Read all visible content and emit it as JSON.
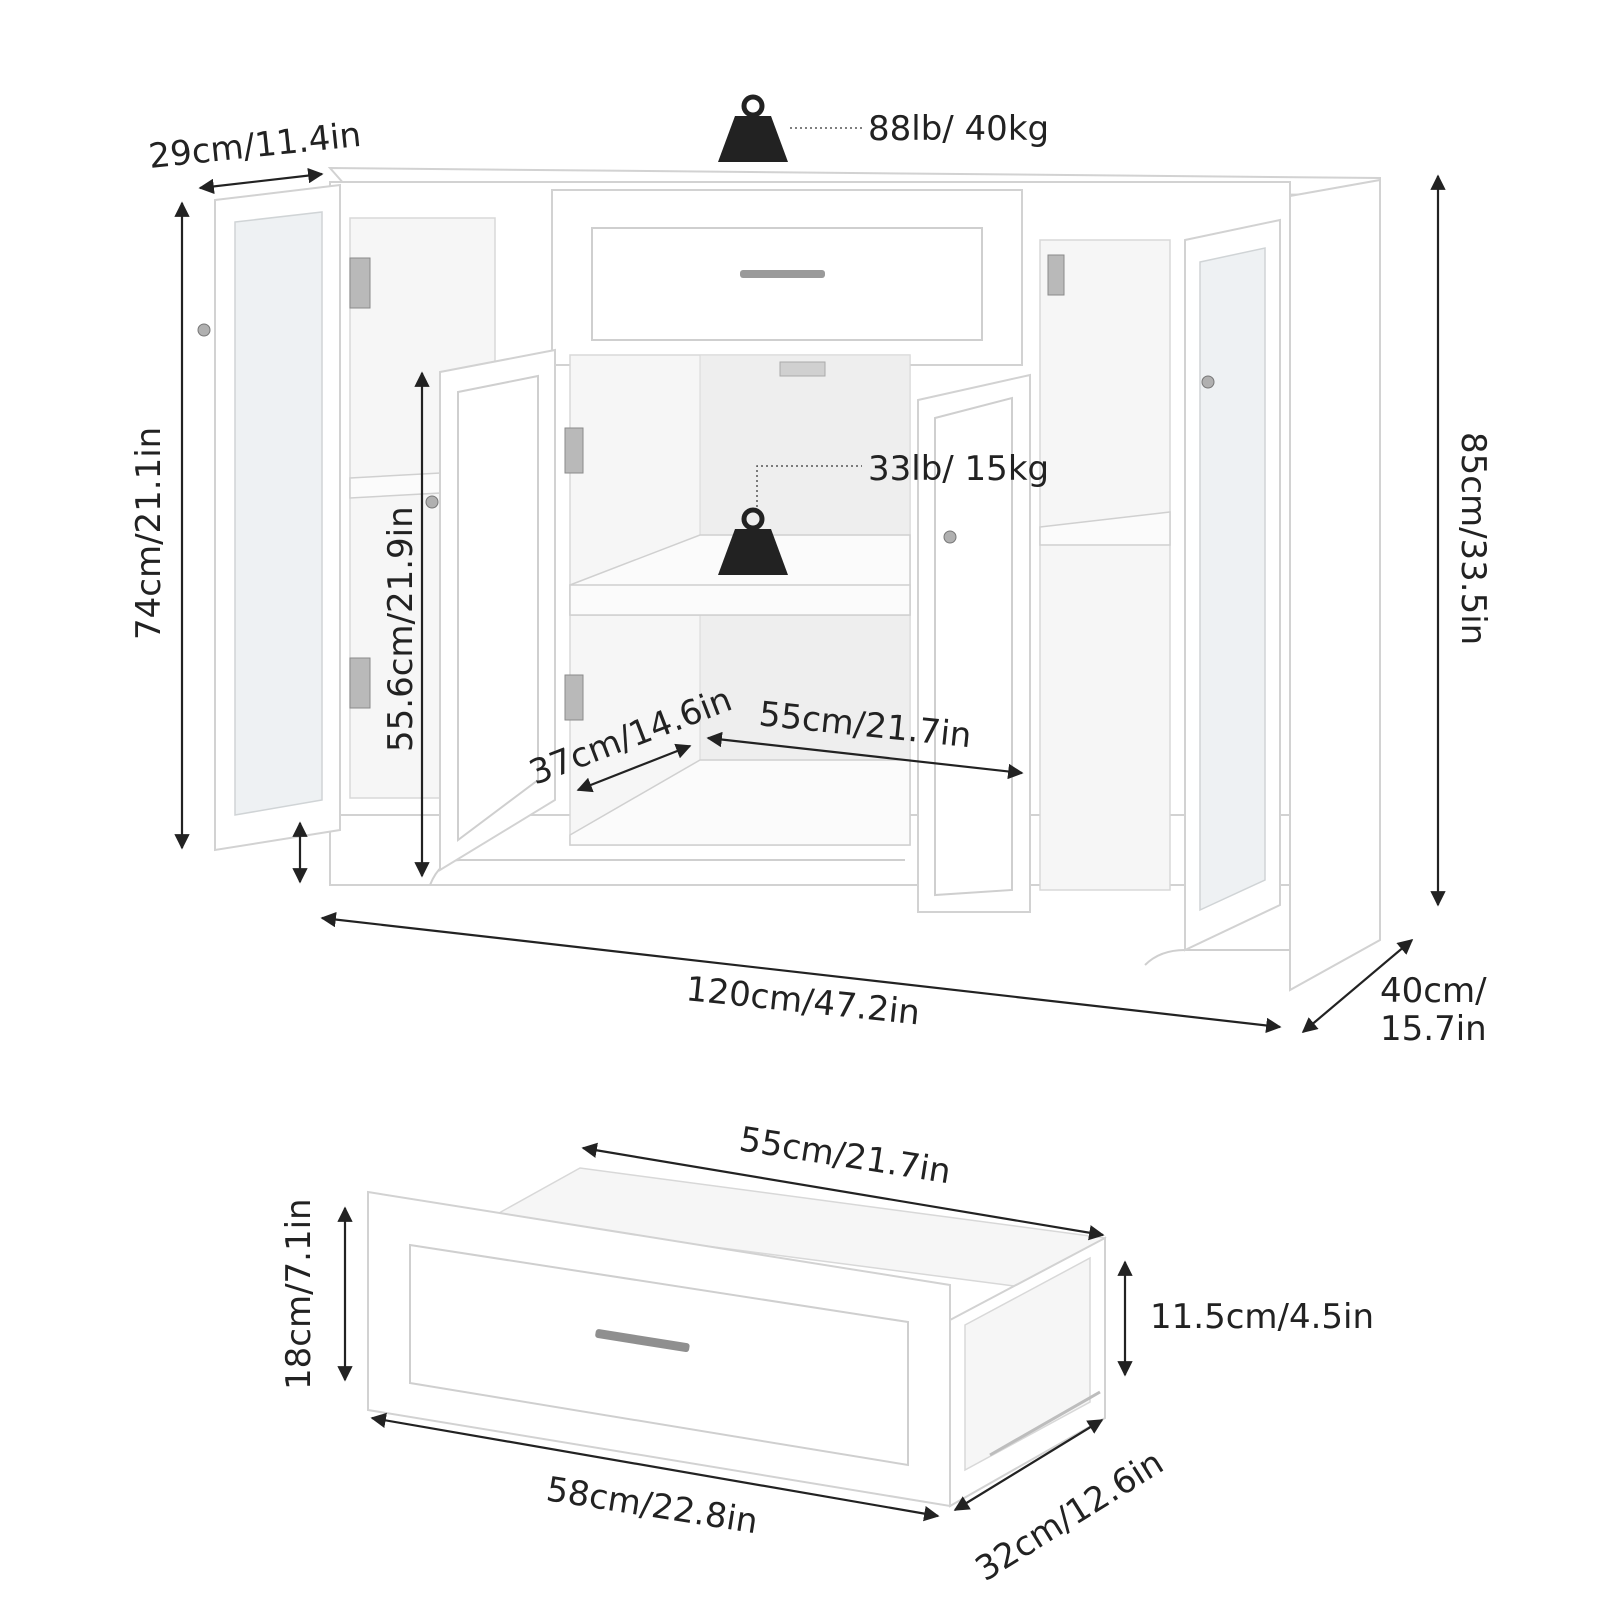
{
  "weights": {
    "top_load": "88lb/ 40kg",
    "shelf_load": "33lb/ 15kg"
  },
  "cabinet_dimensions": {
    "door_width": "29cm/11.4in",
    "inner_height": "74cm/21.1in",
    "center_height": "55.6cm/21.9in",
    "shelf_depth": "37cm/14.6in",
    "shelf_width": "55cm/21.7in",
    "total_height": "85cm/33.5in",
    "total_width": "120cm/47.2in",
    "total_depth_line1": "40cm/",
    "total_depth_line2": "15.7in"
  },
  "drawer_dimensions": {
    "inner_width": "55cm/21.7in",
    "front_height": "18cm/7.1in",
    "inner_height": "11.5cm/4.5in",
    "front_width": "58cm/22.8in",
    "depth": "32cm/12.6in"
  },
  "icons": [
    "weight-icon",
    "arrow-icon"
  ]
}
